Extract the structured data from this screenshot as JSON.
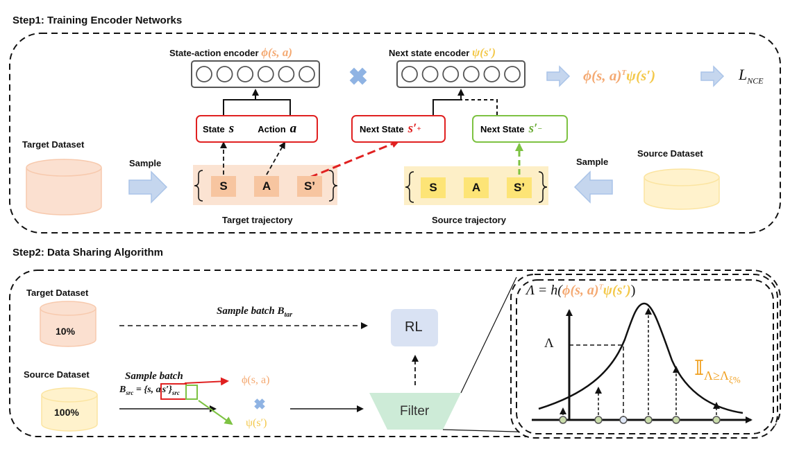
{
  "step1": {
    "title": "Step1: Training Encoder Networks",
    "state_action_encoder_label": "State-action encoder",
    "state_action_encoder_formula": "ϕ(s, a)",
    "next_state_encoder_label": "Next state encoder",
    "next_state_encoder_formula": "ψ(s′)",
    "product_formula_phi": "ϕ(s, a)",
    "product_formula_T": "T",
    "product_formula_psi": "ψ(s′)",
    "loss_main": "L",
    "loss_sub": "NCE",
    "state_box": {
      "label": "State",
      "symbol": "s"
    },
    "action_box": {
      "label": "Action",
      "symbol": "a"
    },
    "next_state_pos": {
      "label": "Next State",
      "symbol": "s′",
      "sup": "+"
    },
    "next_state_neg": {
      "label": "Next State",
      "symbol": "s′",
      "sup": "−"
    },
    "target_dataset_label": "Target Dataset",
    "source_dataset_label": "Source Dataset",
    "sample_left": "Sample",
    "sample_right": "Sample",
    "target_tokens": [
      "S",
      "A",
      "S’"
    ],
    "source_tokens": [
      "S",
      "A",
      "S’"
    ],
    "target_trajectory_label": "Target trajectory",
    "source_trajectory_label": "Source trajectory"
  },
  "step2": {
    "title": "Step2: Data Sharing Algorithm",
    "target_dataset_label": "Target Dataset",
    "target_pct": "10%",
    "source_dataset_label": "Source Dataset",
    "source_pct": "100%",
    "sample_batch_tar_text": "Sample batch B",
    "sample_batch_tar_sub": "tar",
    "sample_batch_src_line1": "Sample batch",
    "sample_batch_src_B": "B",
    "sample_batch_src_sub": "src",
    "sample_batch_src_eq": " = {",
    "sample_batch_src_sa": "s, a",
    "sample_batch_src_sp": "s′",
    "sample_batch_src_end": "}",
    "phi_label": "ϕ(s, a)",
    "psi_label": "ψ(s′)",
    "rl_label": "RL",
    "filter_label": "Filter",
    "lambda_formula_prefix": "Λ = h(",
    "lambda_formula_phi": "ϕ(s, a)",
    "lambda_formula_T": "T",
    "lambda_formula_psi": "ψ(s′)",
    "lambda_formula_suffix": ")",
    "lambda_axis_label": "Λ",
    "indicator_I": "𝕀",
    "indicator_sub": "Λ≥Λ",
    "indicator_subsub": "ξ%"
  },
  "colors": {
    "orange": "#f4a972",
    "yellow": "#f3c84a",
    "red": "#e02020",
    "green": "#7dc242",
    "blue_arrow": "#aac4e8",
    "blue_x": "#8fb3e3",
    "rl_box": "#d9e2f3",
    "filter": "#cdebd7",
    "target_cyl": "#fbe0d0",
    "source_cyl": "#fff2cc",
    "indicator": "#f0a020"
  }
}
